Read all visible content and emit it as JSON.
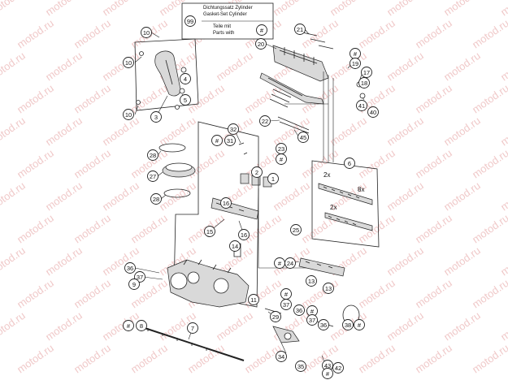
{
  "watermark": "motod.ru",
  "legend": {
    "number": "99",
    "line1": "Dichtungssatz Zylinder",
    "line2": "Gasket-Set Cylinder",
    "line3": "Teile mit",
    "line4": "Parts with",
    "symbol": "#"
  },
  "multipliers": {
    "two_a": "2x",
    "eight": "8x",
    "two_b": "2x"
  },
  "callouts": {
    "c10a": "10",
    "c10b": "10",
    "c10c": "10",
    "c4": "4",
    "c5": "5",
    "c3": "3",
    "c99": "99",
    "c21": "21",
    "c20": "20",
    "hash_right": "#",
    "c19": "19",
    "c17": "17",
    "c18": "18",
    "c41": "41",
    "c40": "40",
    "c22": "22",
    "c45": "45",
    "c32": "32",
    "hash_31": "#",
    "c31": "31",
    "c23": "23",
    "hash_23": "#",
    "c6": "6",
    "c28a": "28",
    "c27": "27",
    "c28b": "28",
    "c2": "2",
    "c1": "1",
    "c16a": "16",
    "c25": "25",
    "c15": "15",
    "c16b": "16",
    "c14": "14",
    "c36a": "36",
    "c37a": "37",
    "c24": "24",
    "hash_24": "#",
    "c13a": "13",
    "c13b": "13",
    "c9": "9",
    "c11": "11",
    "hash_37b": "#",
    "c37b": "37",
    "c36b": "36",
    "c29": "29",
    "hash_37c": "#",
    "c37c": "37",
    "c36c": "36",
    "c38": "38",
    "hash_38": "#",
    "hash_8": "#",
    "c8": "8",
    "c7": "7",
    "c34": "34",
    "c35": "35",
    "c43": "43",
    "hash_42": "#",
    "c42": "42"
  }
}
